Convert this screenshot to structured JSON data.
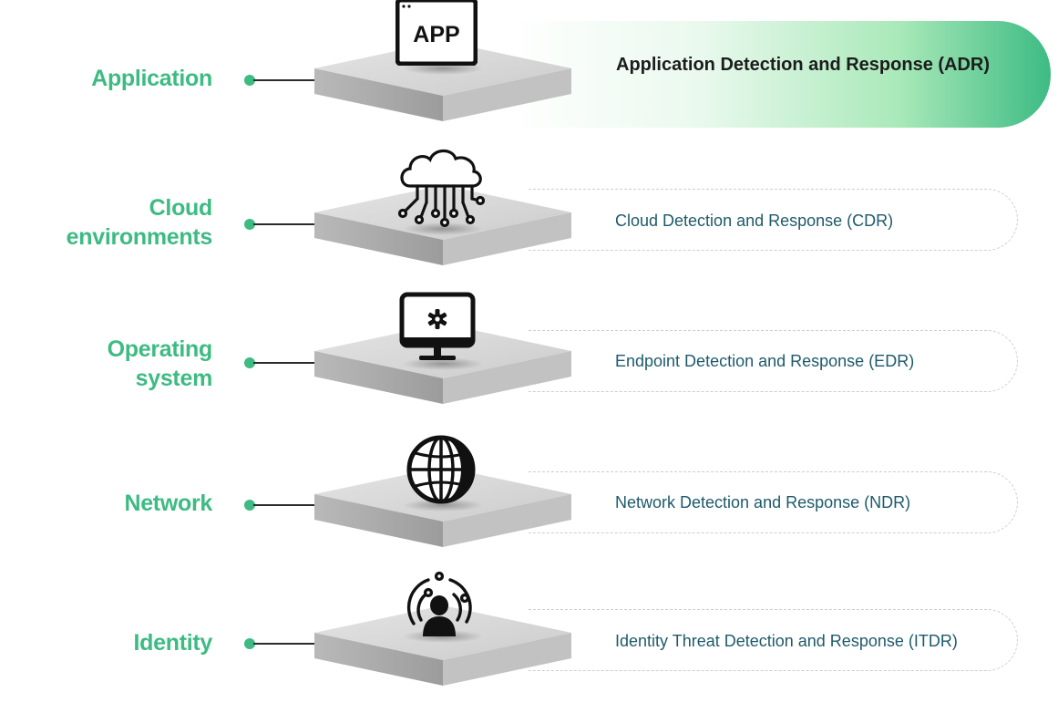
{
  "layers": [
    {
      "label": "Application",
      "solution": "Application Detection and Response (ADR)",
      "icon": "app-window-icon",
      "icon_text": "APP",
      "highlighted": true
    },
    {
      "label": "Cloud environments",
      "solution": "Cloud Detection and Response (CDR)",
      "icon": "cloud-network-icon"
    },
    {
      "label": "Operating system",
      "solution": "Endpoint Detection and Response (EDR)",
      "icon": "monitor-gear-icon"
    },
    {
      "label": "Network",
      "solution": "Network Detection and Response (NDR)",
      "icon": "globe-icon"
    },
    {
      "label": "Identity",
      "solution": "Identity Threat Detection and Response (ITDR)",
      "icon": "identity-user-icon"
    }
  ],
  "colors": {
    "accent_green": "#3dbb83",
    "solution_text": "#1d5a6b",
    "platform_top": "#d6d6d6",
    "platform_side": "#a8a8a8",
    "dashed_border": "#c9cfd2"
  }
}
